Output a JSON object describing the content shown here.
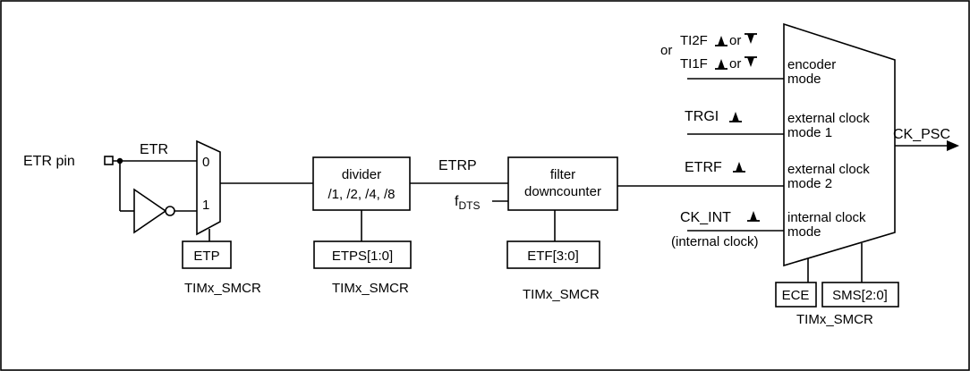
{
  "inputs": {
    "etr_pin": "ETR pin",
    "etr": "ETR",
    "etrp": "ETRP",
    "fdts_main": "f",
    "fdts_sub": "DTS",
    "etrf": "ETRF",
    "trgi": "TRGI",
    "ck_int": "CK_INT",
    "internal_clock_note": "(internal clock)",
    "enc_or": "or",
    "ti2f": "TI2F",
    "ti1f": "TI1F",
    "or_word": "or"
  },
  "mux": {
    "in0": "0",
    "in1": "1"
  },
  "blocks": {
    "divider_line1": "divider",
    "divider_line2": "/1, /2, /4, /8",
    "filter_line1": "filter",
    "filter_line2": "downcounter"
  },
  "registers": {
    "etp": "ETP",
    "etps": "ETPS[1:0]",
    "etf": "ETF[3:0]",
    "ece": "ECE",
    "sms": "SMS[2:0]",
    "smcr_label": "TIMx_SMCR"
  },
  "selector": {
    "encoder_mode_line1": "encoder",
    "encoder_mode_line2": "mode",
    "ext_clk1_line1": "external clock",
    "ext_clk1_line2": "mode 1",
    "ext_clk2_line1": "external clock",
    "ext_clk2_line2": "mode 2",
    "int_clk_line1": "internal clock",
    "int_clk_line2": "mode",
    "output": "CK_PSC"
  },
  "icons": {
    "rising_edge": "rising-edge-icon",
    "falling_edge": "falling-edge-icon"
  },
  "colors": {
    "line": "#000000",
    "background": "#ffffff"
  }
}
